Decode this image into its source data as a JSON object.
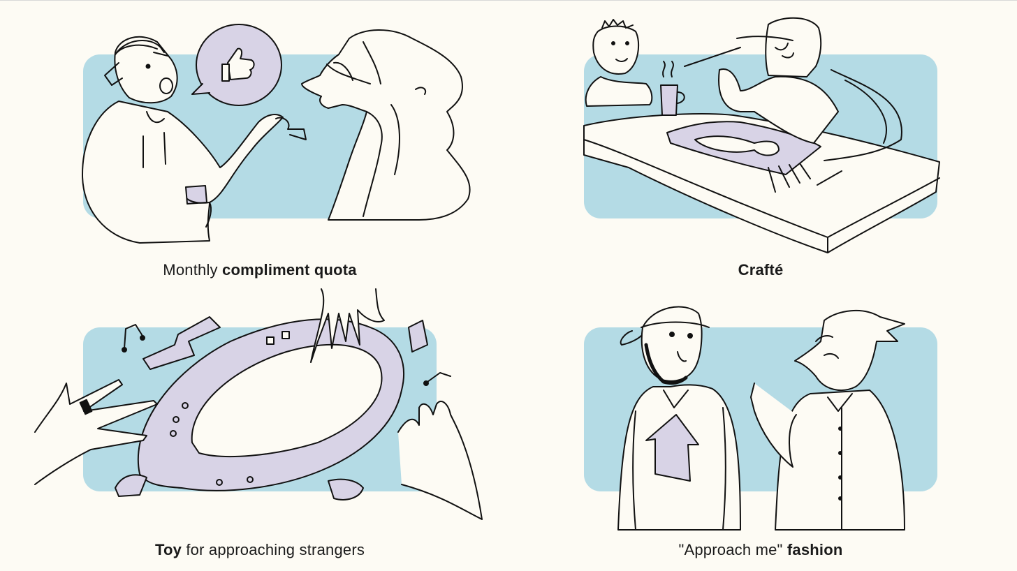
{
  "colors": {
    "background": "#fdfbf4",
    "panel": "#b4dbe5",
    "accent_lavender": "#d8d3e6",
    "ink": "#111111"
  },
  "cards": [
    {
      "illustration": "man-in-cap-complimenting-curly-haired-woman",
      "caption_normal_before": "Monthly ",
      "caption_bold": "compliment quota",
      "caption_normal_after": ""
    },
    {
      "illustration": "craftsmen-working-at-table-cafe",
      "caption_normal_before": "",
      "caption_bold": "Crafté",
      "caption_normal_after": ""
    },
    {
      "illustration": "hands-reaching-for-ring-toy",
      "caption_normal_before": "",
      "caption_bold": "Toy",
      "caption_normal_after": " for approaching strangers"
    },
    {
      "illustration": "two-people-in-arrow-shirt-fashion",
      "caption_normal_before": "\"Approach me\" ",
      "caption_bold": "fashion",
      "caption_normal_after": ""
    }
  ]
}
